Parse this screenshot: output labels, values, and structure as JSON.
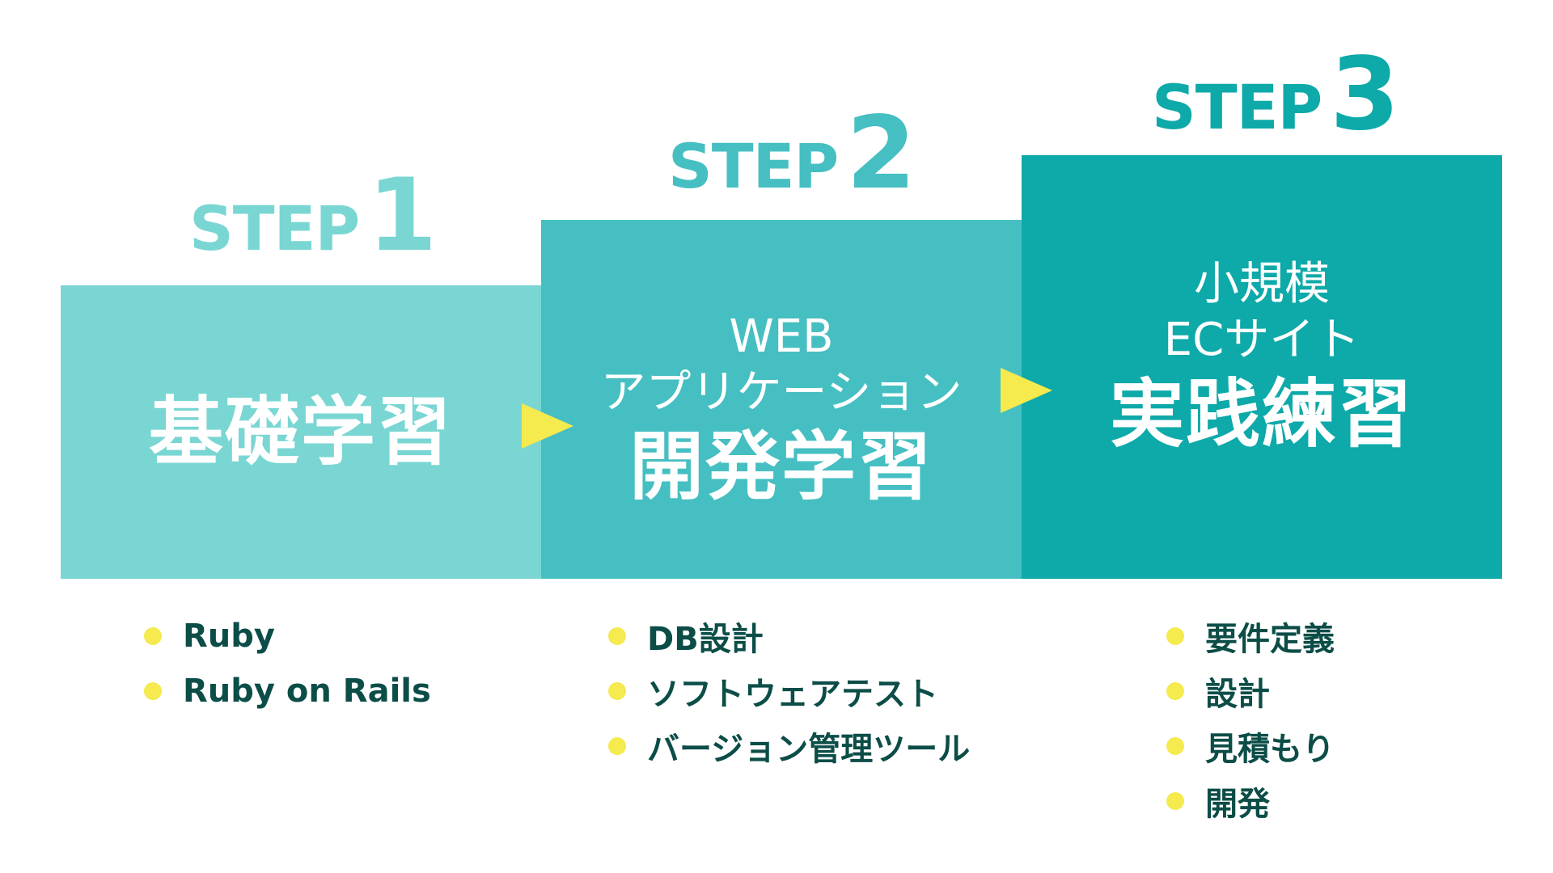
{
  "colors": {
    "step1": "#79d6d3",
    "step2": "#46bfc2",
    "step3": "#0ea9a9",
    "arrow": "#f5ea4e",
    "bullet": "#f5ea4e",
    "list_text": "#0c4d47"
  },
  "steps": [
    {
      "word": "STEP",
      "number": "1",
      "subtitle": "",
      "title": "基礎学習",
      "items": [
        "Ruby",
        "Ruby on Rails"
      ]
    },
    {
      "word": "STEP",
      "number": "2",
      "subtitle": "WEB\nアプリケーション",
      "title": "開発学習",
      "items": [
        "DB設計",
        "ソフトウェアテスト",
        "バージョン管理ツール"
      ]
    },
    {
      "word": "STEP",
      "number": "3",
      "subtitle": "小規模\nECサイト",
      "title": "実践練習",
      "items": [
        "要件定義",
        "設計",
        "見積もり",
        "開発"
      ]
    }
  ]
}
